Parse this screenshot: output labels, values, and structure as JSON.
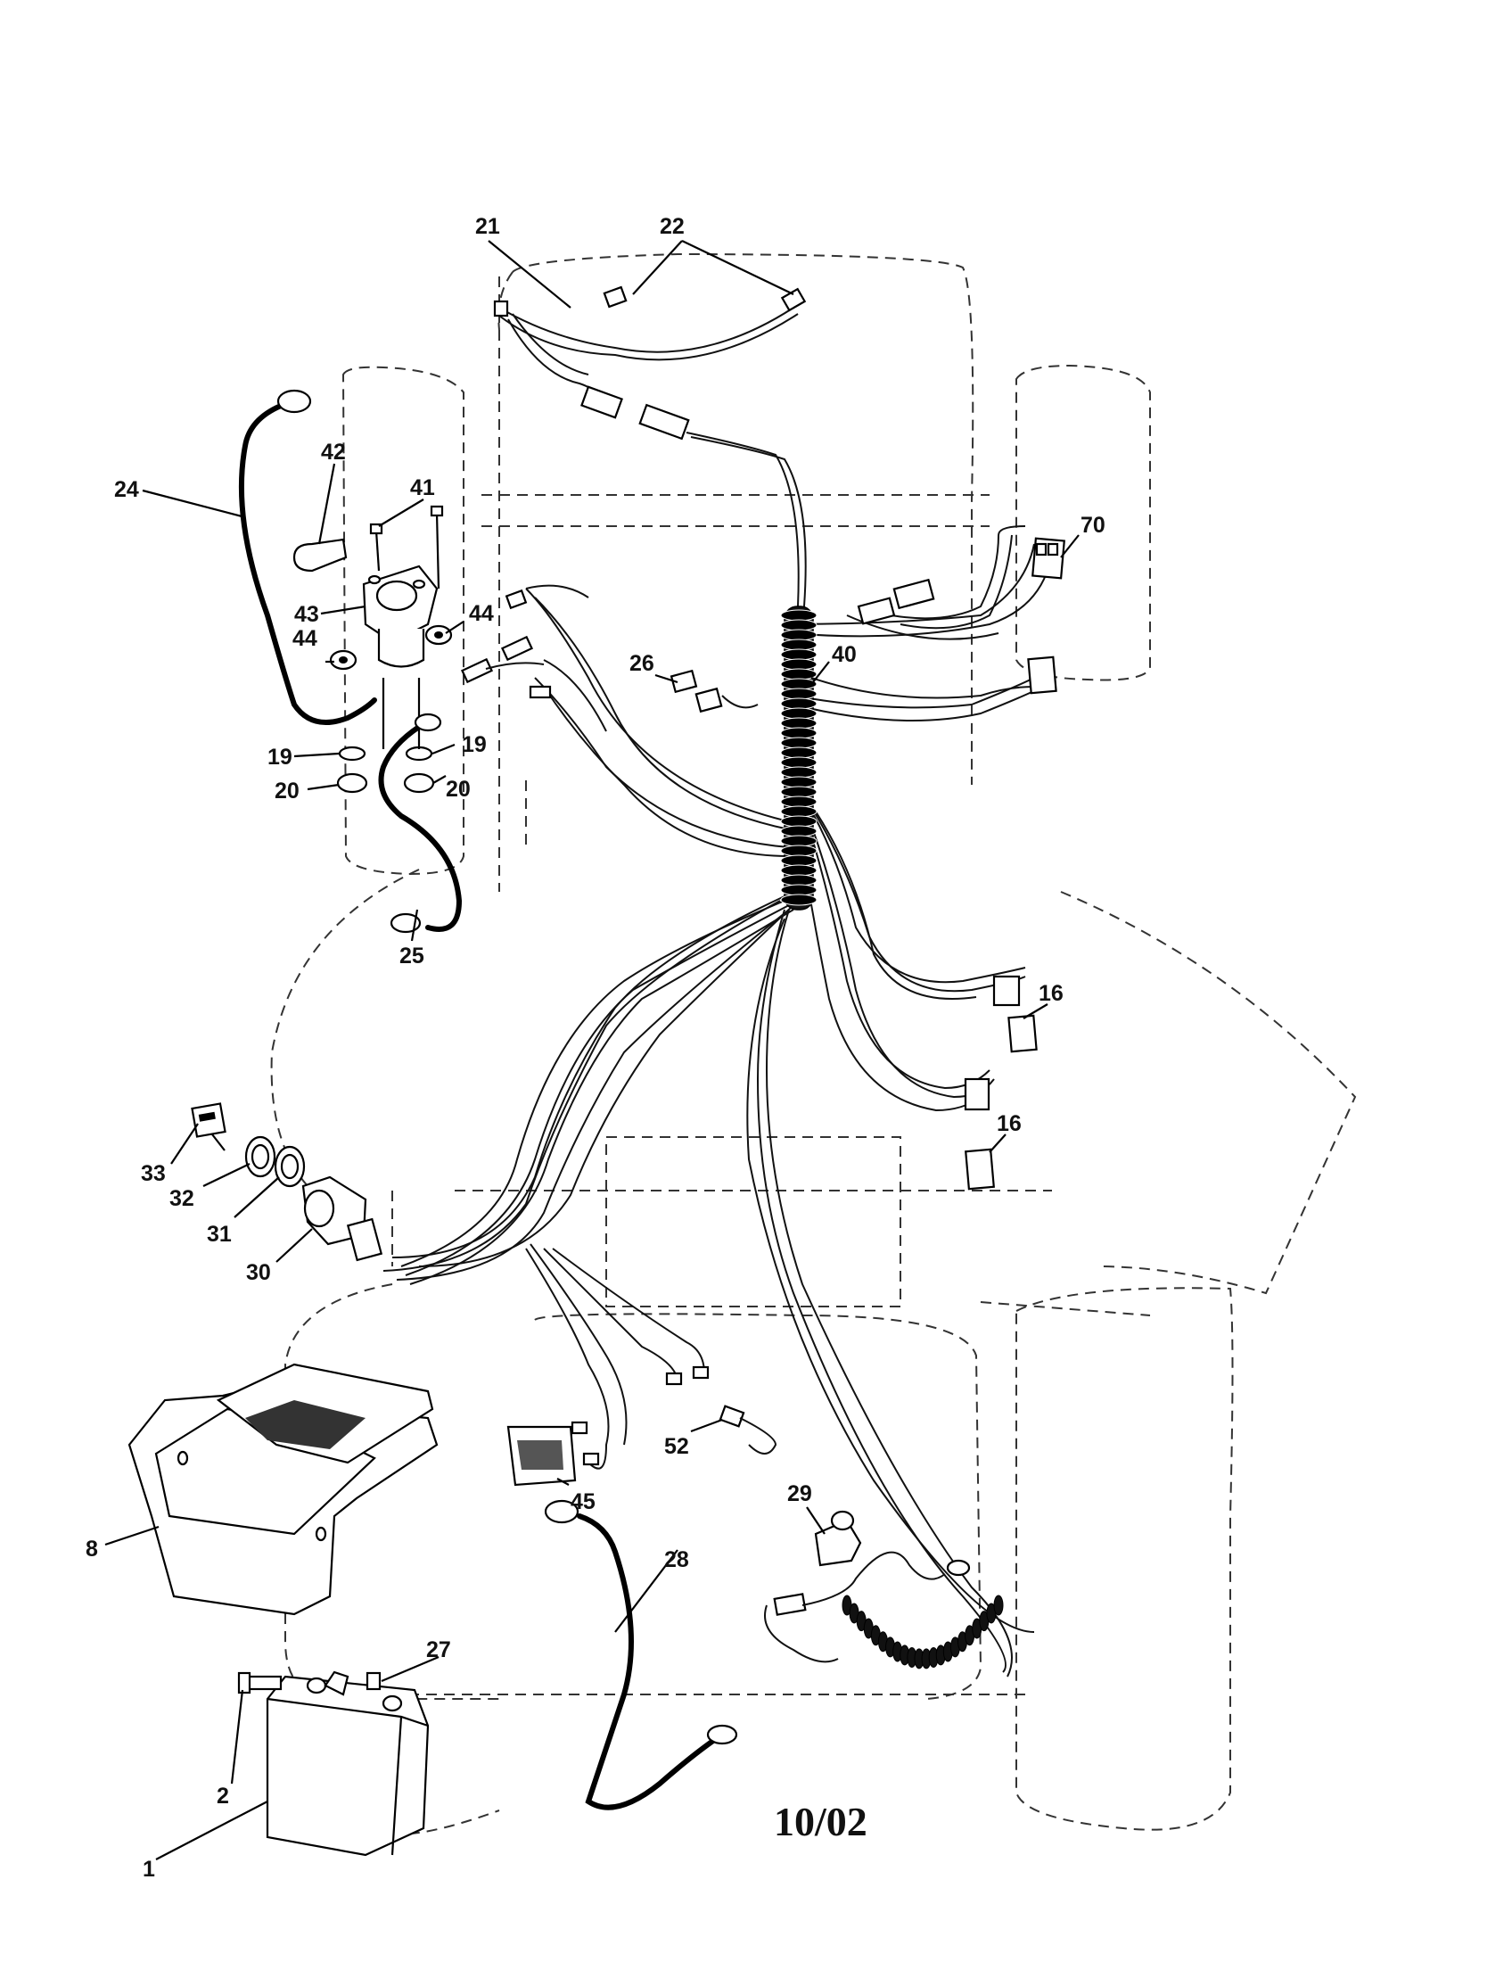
{
  "date_code": "10/02",
  "labels": {
    "l1": "1",
    "l2": "2",
    "l8": "8",
    "l16a": "16",
    "l16b": "16",
    "l19a": "19",
    "l19b": "19",
    "l20a": "20",
    "l20b": "20",
    "l21": "21",
    "l22": "22",
    "l24": "24",
    "l25": "25",
    "l26": "26",
    "l27": "27",
    "l28": "28",
    "l29": "29",
    "l30": "30",
    "l31": "31",
    "l32": "32",
    "l33": "33",
    "l40": "40",
    "l41": "41",
    "l42": "42",
    "l43": "43",
    "l44a": "44",
    "l44b": "44",
    "l45": "45",
    "l52": "52",
    "l70": "70"
  }
}
